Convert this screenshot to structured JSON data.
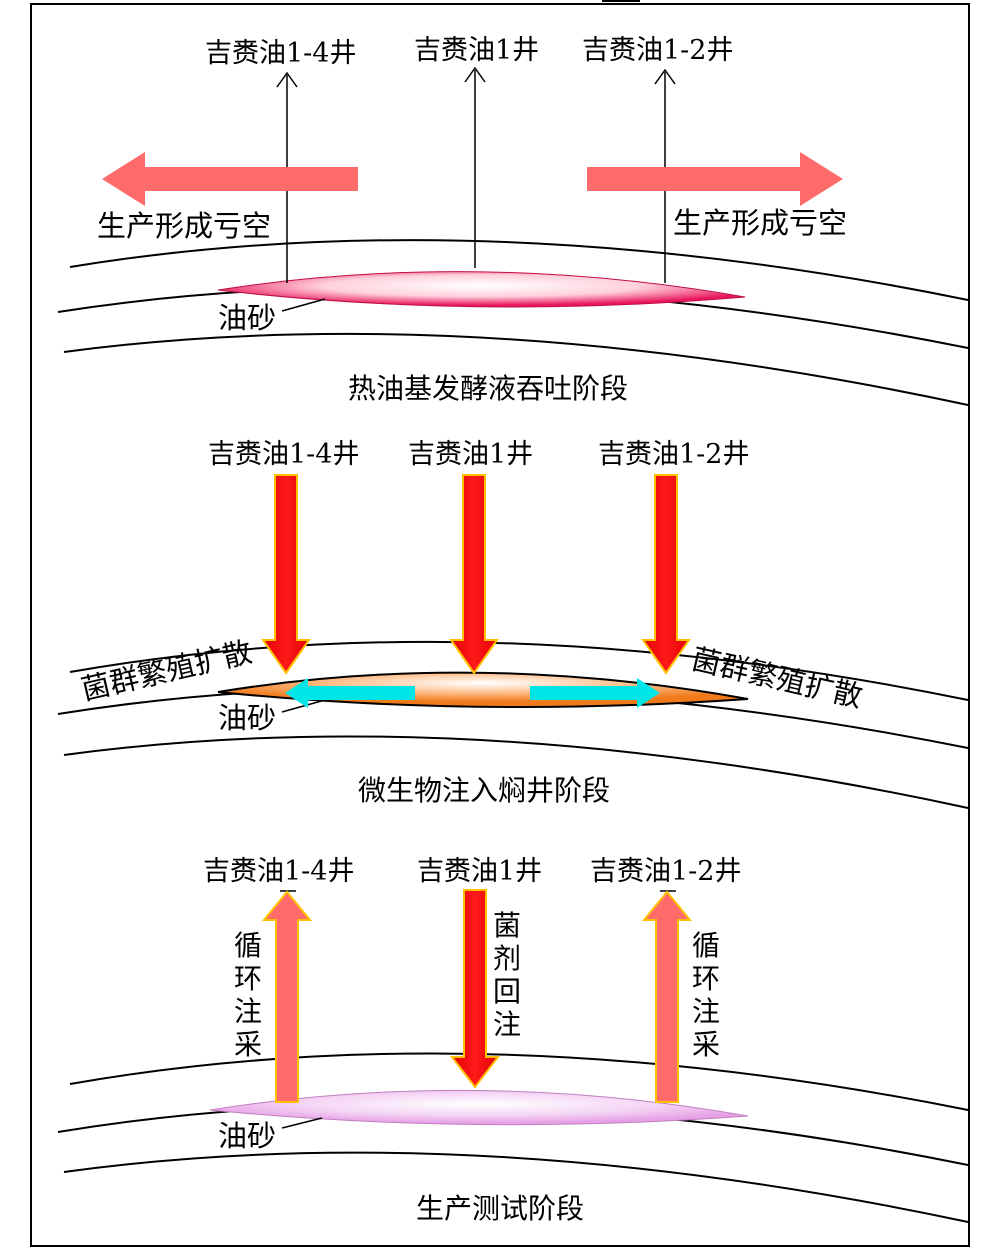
{
  "stage1": {
    "wells": [
      "吉赉油1-4井",
      "吉赉油1井",
      "吉赉油1-2井"
    ],
    "left_note": "生产形成亏空",
    "right_note": "生产形成亏空",
    "sand_label": "油砂",
    "caption": "热油基发酵液吞吐阶段"
  },
  "stage2": {
    "wells": [
      "吉赉油1-4井",
      "吉赉油1井",
      "吉赉油1-2井"
    ],
    "left_note": "菌群繁殖扩散",
    "right_note": "菌群繁殖扩散",
    "sand_label": "油砂",
    "caption": "微生物注入焖井阶段"
  },
  "stage3": {
    "wells": [
      "吉赉油1-4井",
      "吉赉油1井",
      "吉赉油1-2井"
    ],
    "left_vertical": [
      "循",
      "环",
      "注",
      "采"
    ],
    "center_vertical": [
      "菌",
      "剂",
      "回",
      "注"
    ],
    "right_vertical": [
      "循",
      "环",
      "注",
      "采"
    ],
    "sand_label": "油砂",
    "caption": "生产测试阶段"
  },
  "colors": {
    "production_arrow": "#ff6b6b",
    "injection_arrow": "#ff0000",
    "arrow_outline": "#ffc000",
    "diffusion_arrow": "#00e6e6",
    "sand_stage1": "#e8175d",
    "sand_stage2": "#f07a1a",
    "sand_stage3": "#e6a0e6"
  }
}
